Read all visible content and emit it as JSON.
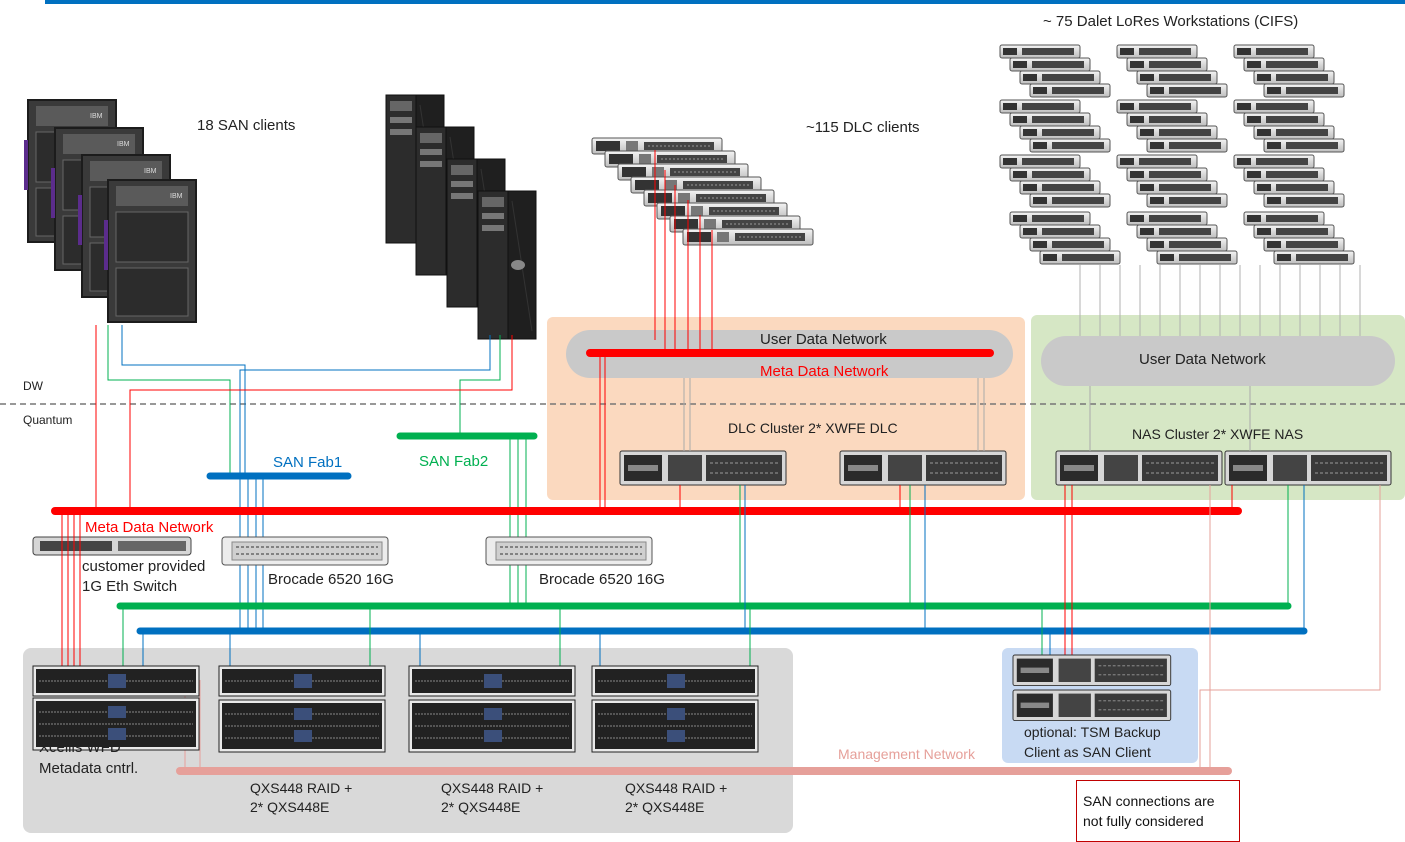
{
  "labels": {
    "san_clients": "18 SAN clients",
    "dlc_clients": "~115 DLC clients",
    "lores_workstations": "~ 75 Dalet LoRes Workstations (CIFS)",
    "dw": "DW",
    "quantum": "Quantum",
    "user_data_network_dlc": "User Data Network",
    "meta_data_network_dlc": "Meta Data Network",
    "user_data_network_nas": "User Data Network",
    "dlc_cluster": "DLC Cluster 2* XWFE  DLC",
    "nas_cluster": "NAS Cluster 2* XWFE NAS",
    "san_fab1": "SAN Fab1",
    "san_fab2": "SAN Fab2",
    "meta_data_network": "Meta Data Network",
    "eth_switch_line1": "customer provided",
    "eth_switch_line2": "1G Eth Switch",
    "brocade1": "Brocade 6520 16G",
    "brocade2": "Brocade 6520 16G",
    "xcellis_line1": "Xcellis WFD",
    "xcellis_line2": "Metadata cntrl.",
    "raid1_line1": "QXS448 RAID +",
    "raid1_line2": "2* QXS448E",
    "raid2_line1": "QXS448 RAID +",
    "raid2_line2": "2* QXS448E",
    "raid3_line1": "QXS448 RAID +",
    "raid3_line2": "2* QXS448E",
    "management_network": "Management Network",
    "tsm_line1": "optional: TSM Backup",
    "tsm_line2": "Client as SAN Client",
    "note_line1": "SAN connections are",
    "note_line2": "not fully considered"
  },
  "colors": {
    "meta_data": "#ff0000",
    "san_fab1": "#0070c0",
    "san_fab2": "#00b050",
    "management": "#e6a09a",
    "dlc_zone": "#fbd9bf",
    "nas_zone": "#d6e7c5",
    "storage_zone": "#d9d9d9",
    "tsm_zone": "#c8daf3",
    "user_data_pill": "#c9c9c9",
    "top_rule": "#0070c0"
  },
  "icons": {
    "ibm_tower": "ibm-server-tower-icon",
    "dell_tower": "dell-workstation-icon",
    "rack_server": "rack-server-icon",
    "switch": "network-switch-icon",
    "storage": "storage-array-icon"
  }
}
